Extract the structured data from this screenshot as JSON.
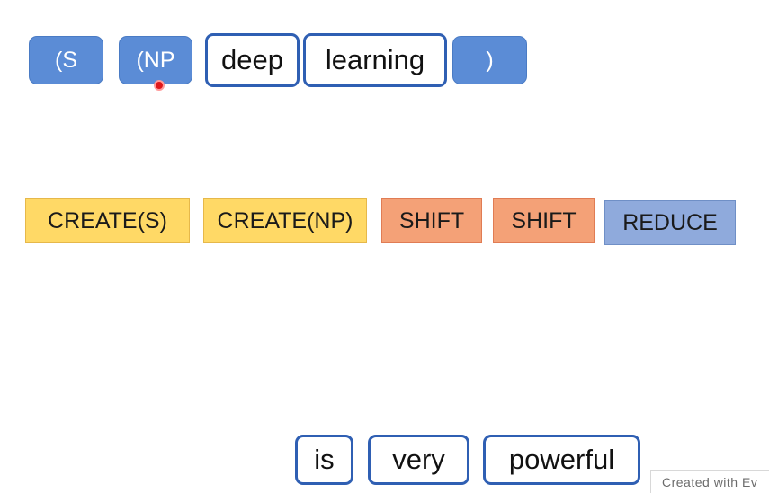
{
  "stack": {
    "nt_s": "(S",
    "nt_np": "(NP",
    "word_deep": "deep",
    "word_learning": "learning",
    "close": ")"
  },
  "actions": {
    "create_s": "CREATE(S)",
    "create_np": "CREATE(NP)",
    "shift_1": "SHIFT",
    "shift_2": "SHIFT",
    "reduce": "REDUCE"
  },
  "buffer": {
    "word_is": "is",
    "word_very": "very",
    "word_powerful": "powerful"
  },
  "watermark": "Created with Ev",
  "colors": {
    "nonterminal": "#5b8cd6",
    "word_border": "#2f5fb3",
    "create": "#ffd966",
    "shift": "#f4a177",
    "reduce": "#8faadc",
    "cursor": "#e0181b"
  }
}
